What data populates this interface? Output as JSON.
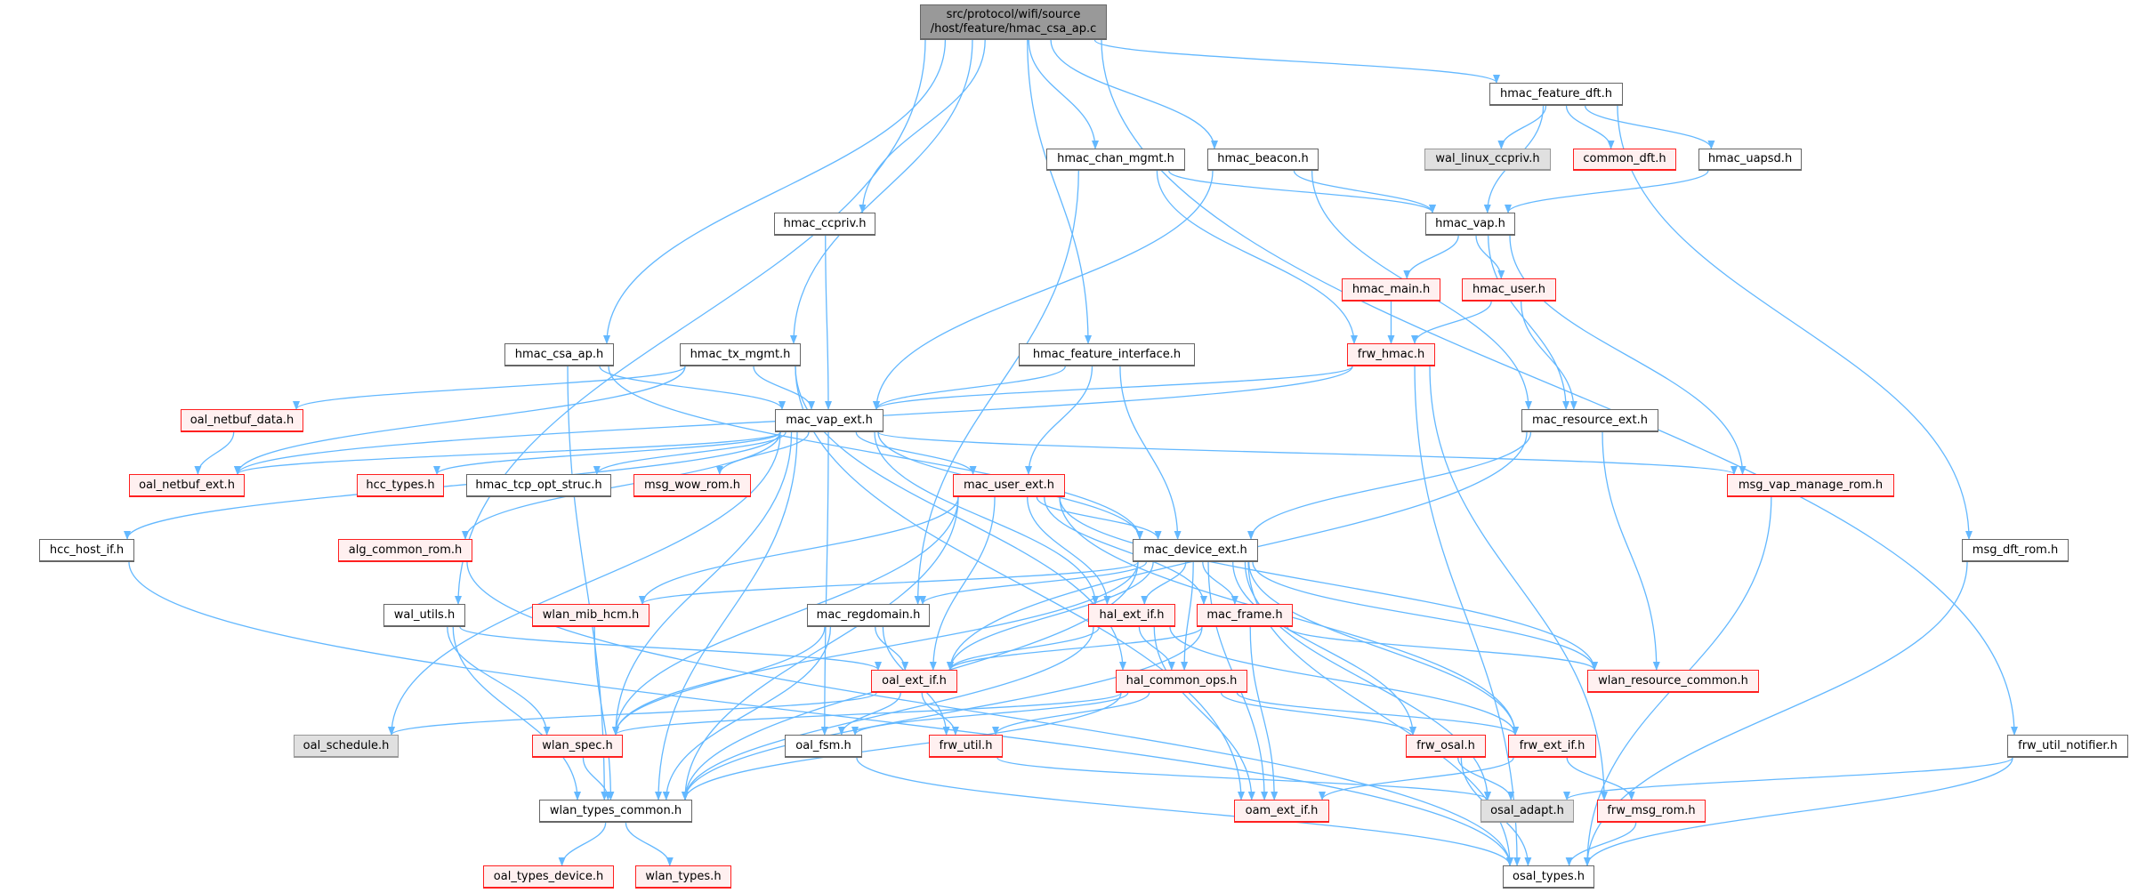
{
  "edge_color": "#63B8FF",
  "nodes": [
    {
      "id": "root",
      "label": "src/protocol/wifi/source",
      "label2": "/host/feature/hmac_csa_ap.c",
      "kind": "root"
    },
    {
      "id": "hmac_feature_dft",
      "label": "hmac_feature_dft.h",
      "kind": "white"
    },
    {
      "id": "hmac_chan_mgmt",
      "label": "hmac_chan_mgmt.h",
      "kind": "white"
    },
    {
      "id": "hmac_beacon",
      "label": "hmac_beacon.h",
      "kind": "white"
    },
    {
      "id": "wal_linux_ccpriv",
      "label": "wal_linux_ccpriv.h",
      "kind": "gray"
    },
    {
      "id": "common_dft",
      "label": "common_dft.h",
      "kind": "red"
    },
    {
      "id": "hmac_uapsd",
      "label": "hmac_uapsd.h",
      "kind": "white"
    },
    {
      "id": "hmac_ccpriv",
      "label": "hmac_ccpriv.h",
      "kind": "white"
    },
    {
      "id": "hmac_vap",
      "label": "hmac_vap.h",
      "kind": "white"
    },
    {
      "id": "hmac_main",
      "label": "hmac_main.h",
      "kind": "red"
    },
    {
      "id": "hmac_user",
      "label": "hmac_user.h",
      "kind": "red"
    },
    {
      "id": "hmac_csa_ap",
      "label": "hmac_csa_ap.h",
      "kind": "white"
    },
    {
      "id": "hmac_tx_mgmt",
      "label": "hmac_tx_mgmt.h",
      "kind": "white"
    },
    {
      "id": "hmac_feature_interface",
      "label": "hmac_feature_interface.h",
      "kind": "white"
    },
    {
      "id": "frw_hmac",
      "label": "frw_hmac.h",
      "kind": "red"
    },
    {
      "id": "oal_netbuf_data",
      "label": "oal_netbuf_data.h",
      "kind": "red"
    },
    {
      "id": "mac_vap_ext",
      "label": "mac_vap_ext.h",
      "kind": "white"
    },
    {
      "id": "mac_resource_ext",
      "label": "mac_resource_ext.h",
      "kind": "white"
    },
    {
      "id": "oal_netbuf_ext",
      "label": "oal_netbuf_ext.h",
      "kind": "red"
    },
    {
      "id": "hcc_types",
      "label": "hcc_types.h",
      "kind": "red"
    },
    {
      "id": "hmac_tcp_opt_struc",
      "label": "hmac_tcp_opt_struc.h",
      "kind": "white"
    },
    {
      "id": "msg_wow_rom",
      "label": "msg_wow_rom.h",
      "kind": "red"
    },
    {
      "id": "mac_user_ext",
      "label": "mac_user_ext.h",
      "kind": "red"
    },
    {
      "id": "msg_vap_manage_rom",
      "label": "msg_vap_manage_rom.h",
      "kind": "red"
    },
    {
      "id": "hcc_host_if",
      "label": "hcc_host_if.h",
      "kind": "white"
    },
    {
      "id": "alg_common_rom",
      "label": "alg_common_rom.h",
      "kind": "red"
    },
    {
      "id": "mac_device_ext",
      "label": "mac_device_ext.h",
      "kind": "white"
    },
    {
      "id": "msg_dft_rom",
      "label": "msg_dft_rom.h",
      "kind": "white"
    },
    {
      "id": "wal_utils",
      "label": "wal_utils.h",
      "kind": "white"
    },
    {
      "id": "wlan_mib_hcm",
      "label": "wlan_mib_hcm.h",
      "kind": "red"
    },
    {
      "id": "mac_regdomain",
      "label": "mac_regdomain.h",
      "kind": "white"
    },
    {
      "id": "hal_ext_if",
      "label": "hal_ext_if.h",
      "kind": "red"
    },
    {
      "id": "mac_frame",
      "label": "mac_frame.h",
      "kind": "red"
    },
    {
      "id": "oal_ext_if",
      "label": "oal_ext_if.h",
      "kind": "red"
    },
    {
      "id": "hal_common_ops",
      "label": "hal_common_ops.h",
      "kind": "red"
    },
    {
      "id": "wlan_resource_common",
      "label": "wlan_resource_common.h",
      "kind": "red"
    },
    {
      "id": "oal_schedule",
      "label": "oal_schedule.h",
      "kind": "gray"
    },
    {
      "id": "wlan_spec",
      "label": "wlan_spec.h",
      "kind": "red"
    },
    {
      "id": "oal_fsm",
      "label": "oal_fsm.h",
      "kind": "white"
    },
    {
      "id": "frw_util",
      "label": "frw_util.h",
      "kind": "red"
    },
    {
      "id": "frw_osal",
      "label": "frw_osal.h",
      "kind": "red"
    },
    {
      "id": "frw_ext_if",
      "label": "frw_ext_if.h",
      "kind": "red"
    },
    {
      "id": "frw_util_notifier",
      "label": "frw_util_notifier.h",
      "kind": "white"
    },
    {
      "id": "wlan_types_common",
      "label": "wlan_types_common.h",
      "kind": "white"
    },
    {
      "id": "oam_ext_if",
      "label": "oam_ext_if.h",
      "kind": "red"
    },
    {
      "id": "osal_adapt",
      "label": "osal_adapt.h",
      "kind": "gray"
    },
    {
      "id": "frw_msg_rom",
      "label": "frw_msg_rom.h",
      "kind": "red"
    },
    {
      "id": "oal_types_device",
      "label": "oal_types_device.h",
      "kind": "red"
    },
    {
      "id": "wlan_types",
      "label": "wlan_types.h",
      "kind": "red"
    },
    {
      "id": "osal_types",
      "label": "osal_types.h",
      "kind": "white"
    }
  ],
  "edges": [
    [
      "root",
      "wal_utils"
    ],
    [
      "root",
      "hmac_csa_ap"
    ],
    [
      "root",
      "hmac_tx_mgmt"
    ],
    [
      "root",
      "hmac_ccpriv"
    ],
    [
      "root",
      "hmac_chan_mgmt"
    ],
    [
      "root",
      "hmac_beacon"
    ],
    [
      "root",
      "hmac_feature_interface"
    ],
    [
      "root",
      "hmac_feature_dft"
    ],
    [
      "root",
      "frw_util_notifier"
    ],
    [
      "hmac_feature_dft",
      "hmac_vap"
    ],
    [
      "hmac_feature_dft",
      "wal_linux_ccpriv"
    ],
    [
      "hmac_feature_dft",
      "common_dft"
    ],
    [
      "hmac_feature_dft",
      "hmac_uapsd"
    ],
    [
      "hmac_feature_dft",
      "msg_dft_rom"
    ],
    [
      "hmac_uapsd",
      "hmac_vap"
    ],
    [
      "hmac_chan_mgmt",
      "hmac_vap"
    ],
    [
      "hmac_chan_mgmt",
      "frw_hmac"
    ],
    [
      "hmac_chan_mgmt",
      "mac_regdomain"
    ],
    [
      "hmac_beacon",
      "hmac_vap"
    ],
    [
      "hmac_beacon",
      "mac_vap_ext"
    ],
    [
      "hmac_beacon",
      "mac_resource_ext"
    ],
    [
      "hmac_ccpriv",
      "mac_vap_ext"
    ],
    [
      "hmac_csa_ap",
      "mac_vap_ext"
    ],
    [
      "hmac_csa_ap",
      "mac_device_ext"
    ],
    [
      "hmac_csa_ap",
      "wlan_types_common"
    ],
    [
      "hmac_tx_mgmt",
      "mac_vap_ext"
    ],
    [
      "hmac_tx_mgmt",
      "oal_netbuf_data"
    ],
    [
      "hmac_tx_mgmt",
      "oal_netbuf_ext"
    ],
    [
      "hmac_tx_mgmt",
      "hal_common_ops"
    ],
    [
      "hmac_tx_mgmt",
      "oam_ext_if"
    ],
    [
      "hmac_feature_interface",
      "mac_vap_ext"
    ],
    [
      "hmac_feature_interface",
      "mac_user_ext"
    ],
    [
      "hmac_feature_interface",
      "mac_device_ext"
    ],
    [
      "hmac_vap",
      "hmac_main"
    ],
    [
      "hmac_vap",
      "hmac_user"
    ],
    [
      "hmac_vap",
      "mac_resource_ext"
    ],
    [
      "hmac_vap",
      "msg_vap_manage_rom"
    ],
    [
      "hmac_main",
      "frw_hmac"
    ],
    [
      "hmac_user",
      "frw_hmac"
    ],
    [
      "hmac_user",
      "mac_resource_ext"
    ],
    [
      "frw_hmac",
      "mac_vap_ext"
    ],
    [
      "frw_hmac",
      "oal_netbuf_ext"
    ],
    [
      "frw_hmac",
      "osal_types"
    ],
    [
      "frw_hmac",
      "frw_msg_rom"
    ],
    [
      "mac_resource_ext",
      "mac_device_ext"
    ],
    [
      "mac_resource_ext",
      "oal_ext_if"
    ],
    [
      "mac_resource_ext",
      "wlan_resource_common"
    ],
    [
      "oal_netbuf_data",
      "oal_netbuf_ext"
    ],
    [
      "mac_vap_ext",
      "oal_netbuf_ext"
    ],
    [
      "mac_vap_ext",
      "hcc_types"
    ],
    [
      "mac_vap_ext",
      "hmac_tcp_opt_struc"
    ],
    [
      "mac_vap_ext",
      "msg_wow_rom"
    ],
    [
      "mac_vap_ext",
      "mac_user_ext"
    ],
    [
      "mac_vap_ext",
      "mac_device_ext"
    ],
    [
      "mac_vap_ext",
      "msg_vap_manage_rom"
    ],
    [
      "mac_vap_ext",
      "hcc_host_if"
    ],
    [
      "mac_vap_ext",
      "alg_common_rom"
    ],
    [
      "mac_vap_ext",
      "oal_schedule"
    ],
    [
      "mac_vap_ext",
      "hal_ext_if"
    ],
    [
      "mac_vap_ext",
      "wlan_types_common"
    ],
    [
      "mac_vap_ext",
      "oal_fsm"
    ],
    [
      "mac_vap_ext",
      "wlan_spec"
    ],
    [
      "mac_user_ext",
      "mac_device_ext"
    ],
    [
      "mac_user_ext",
      "hal_ext_if"
    ],
    [
      "mac_user_ext",
      "mac_frame"
    ],
    [
      "mac_user_ext",
      "oal_ext_if"
    ],
    [
      "mac_user_ext",
      "wlan_mib_hcm"
    ],
    [
      "mac_user_ext",
      "wlan_spec"
    ],
    [
      "mac_user_ext",
      "wlan_types_common"
    ],
    [
      "mac_user_ext",
      "wlan_resource_common"
    ],
    [
      "mac_user_ext",
      "frw_ext_if"
    ],
    [
      "mac_device_ext",
      "mac_regdomain"
    ],
    [
      "mac_device_ext",
      "wlan_mib_hcm"
    ],
    [
      "mac_device_ext",
      "hal_ext_if"
    ],
    [
      "mac_device_ext",
      "mac_frame"
    ],
    [
      "mac_device_ext",
      "hal_common_ops"
    ],
    [
      "mac_device_ext",
      "oal_ext_if"
    ],
    [
      "mac_device_ext",
      "wlan_spec"
    ],
    [
      "mac_device_ext",
      "wlan_types_common"
    ],
    [
      "mac_device_ext",
      "frw_osal"
    ],
    [
      "mac_device_ext",
      "frw_ext_if"
    ],
    [
      "mac_device_ext",
      "oam_ext_if"
    ],
    [
      "mac_device_ext",
      "osal_adapt"
    ],
    [
      "mac_device_ext",
      "osal_types"
    ],
    [
      "mac_device_ext",
      "wlan_resource_common"
    ],
    [
      "hcc_host_if",
      "osal_types"
    ],
    [
      "alg_common_rom",
      "osal_types"
    ],
    [
      "wal_utils",
      "oal_ext_if"
    ],
    [
      "wal_utils",
      "wlan_spec"
    ],
    [
      "wal_utils",
      "wlan_types_common"
    ],
    [
      "wlan_mib_hcm",
      "wlan_types_common"
    ],
    [
      "mac_regdomain",
      "oal_ext_if"
    ],
    [
      "mac_regdomain",
      "wlan_spec"
    ],
    [
      "mac_regdomain",
      "wlan_types_common"
    ],
    [
      "mac_regdomain",
      "frw_util"
    ],
    [
      "hal_ext_if",
      "oal_ext_if"
    ],
    [
      "hal_ext_if",
      "hal_common_ops"
    ],
    [
      "hal_ext_if",
      "frw_ext_if"
    ],
    [
      "hal_ext_if",
      "oam_ext_if"
    ],
    [
      "hal_ext_if",
      "wlan_types_common"
    ],
    [
      "mac_frame",
      "oal_ext_if"
    ],
    [
      "mac_frame",
      "wlan_resource_common"
    ],
    [
      "mac_frame",
      "oam_ext_if"
    ],
    [
      "mac_frame",
      "wlan_types_common"
    ],
    [
      "hal_common_ops",
      "wlan_spec"
    ],
    [
      "hal_common_ops",
      "oal_fsm"
    ],
    [
      "hal_common_ops",
      "frw_util"
    ],
    [
      "hal_common_ops",
      "frw_osal"
    ],
    [
      "hal_common_ops",
      "frw_ext_if"
    ],
    [
      "hal_common_ops",
      "wlan_types_common"
    ],
    [
      "oal_ext_if",
      "oal_schedule"
    ],
    [
      "oal_ext_if",
      "oal_fsm"
    ],
    [
      "oal_ext_if",
      "frw_util"
    ],
    [
      "wlan_spec",
      "wlan_types_common"
    ],
    [
      "oal_fsm",
      "osal_types"
    ],
    [
      "frw_util",
      "osal_adapt"
    ],
    [
      "frw_osal",
      "osal_adapt"
    ],
    [
      "frw_osal",
      "osal_types"
    ],
    [
      "frw_ext_if",
      "oam_ext_if"
    ],
    [
      "frw_ext_if",
      "frw_msg_rom"
    ],
    [
      "frw_msg_rom",
      "osal_types"
    ],
    [
      "msg_vap_manage_rom",
      "osal_types"
    ],
    [
      "msg_dft_rom",
      "osal_types"
    ],
    [
      "frw_util_notifier",
      "osal_adapt"
    ],
    [
      "frw_util_notifier",
      "osal_types"
    ],
    [
      "wlan_types_common",
      "oal_types_device"
    ],
    [
      "wlan_types_common",
      "wlan_types"
    ]
  ]
}
